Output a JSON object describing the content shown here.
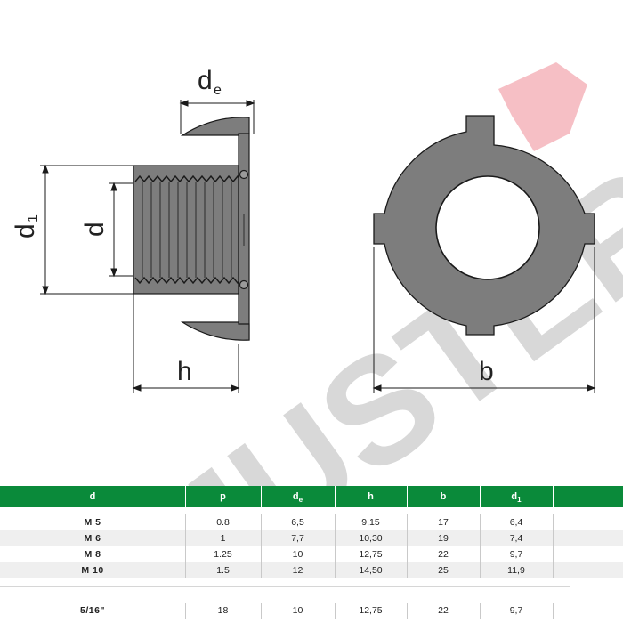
{
  "colors": {
    "header_bg": "#0a8a3a",
    "part_fill": "#7a7a7a",
    "part_stroke": "#1a1a1a",
    "watermark_gray": "#d0d0d0",
    "watermark_red": "#f3b7bd"
  },
  "watermark": {
    "text": "MUSTER"
  },
  "dimensions": {
    "de": "d",
    "de_sub": "e",
    "d1": "d",
    "d1_sub": "1",
    "d": "d",
    "h": "h",
    "b": "b"
  },
  "table": {
    "headers": [
      {
        "main": "d",
        "sub": ""
      },
      {
        "main": "p",
        "sub": ""
      },
      {
        "main": "d",
        "sub": "e"
      },
      {
        "main": "h",
        "sub": ""
      },
      {
        "main": "b",
        "sub": ""
      },
      {
        "main": "d",
        "sub": "1"
      }
    ],
    "rows": [
      [
        "M   5",
        "0.8",
        "6,5",
        "9,15",
        "17",
        "6,4"
      ],
      [
        "M   6",
        "1",
        "7,7",
        "10,30",
        "19",
        "7,4"
      ],
      [
        "M   8",
        "1.25",
        "10",
        "12,75",
        "22",
        "9,7"
      ],
      [
        "M 10",
        "1.5",
        "12",
        "14,50",
        "25",
        "11,9"
      ],
      [
        "5/16\"",
        "18",
        "10",
        "12,75",
        "22",
        "9,7"
      ]
    ]
  }
}
